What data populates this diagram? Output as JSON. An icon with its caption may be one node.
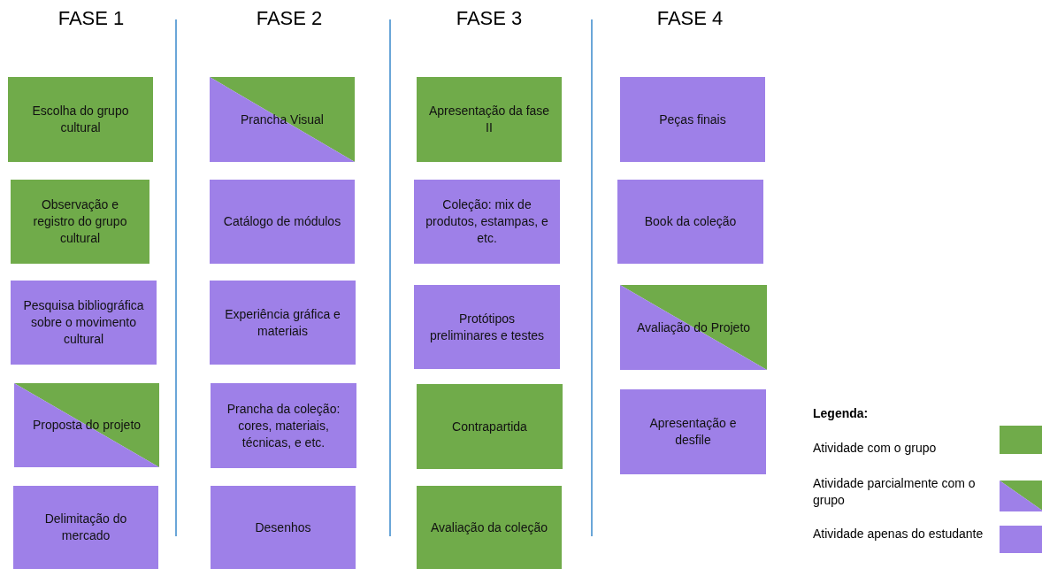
{
  "diagram": {
    "nodes": [
      {
        "text": [
          "Escolha do grupo cultural"
        ]
      },
      {
        "text": [
          "Observação e registro do grupo cultural"
        ]
      },
      {
        "text": [
          "Pesquisa bibliográfica sobre o movimento cultural"
        ]
      },
      {
        "text": [
          "Proposta do projeto"
        ]
      },
      {
        "text": [
          "Delimitação do mercado"
        ]
      },
      {
        "text": [
          "Prancha Visual"
        ]
      },
      {
        "text": [
          "Catálogo de módulos"
        ]
      },
      {
        "text": [
          "Experiência gráfica e materiais"
        ]
      },
      {
        "text": [
          "Prancha da coleção: cores, materiais, técnicas, e etc."
        ]
      },
      {
        "text": [
          "Desenhos"
        ]
      },
      {
        "text": [
          "Apresentação da fase II"
        ]
      },
      {
        "text": [
          "Coleção: mix de produtos, estampas, e etc."
        ]
      },
      {
        "text": [
          "Protótipos preliminares e testes"
        ]
      },
      {
        "text": [
          "Contrapartida"
        ]
      },
      {
        "text": [
          "Avaliação da coleção"
        ]
      },
      {
        "text": [
          "Peças finais"
        ]
      },
      {
        "text": [
          "Book da coleção"
        ]
      },
      {
        "text": [
          "Avaliação do Projeto"
        ]
      },
      {
        "text": [
          "Apresentação e desfile"
        ]
      }
    ],
    "edges": [],
    "labels": [
      "FASE 1",
      "FASE 2",
      "FASE 3",
      "FASE 4",
      "Legenda:"
    ],
    "legend": [
      {
        "text": "Atividade com o grupo",
        "color": "#70ab4a"
      },
      {
        "text": "Atividade parcialmente com o grupo"
      },
      {
        "text": "Atividade apenas do estudante",
        "color": "#9e80e8"
      }
    ]
  }
}
